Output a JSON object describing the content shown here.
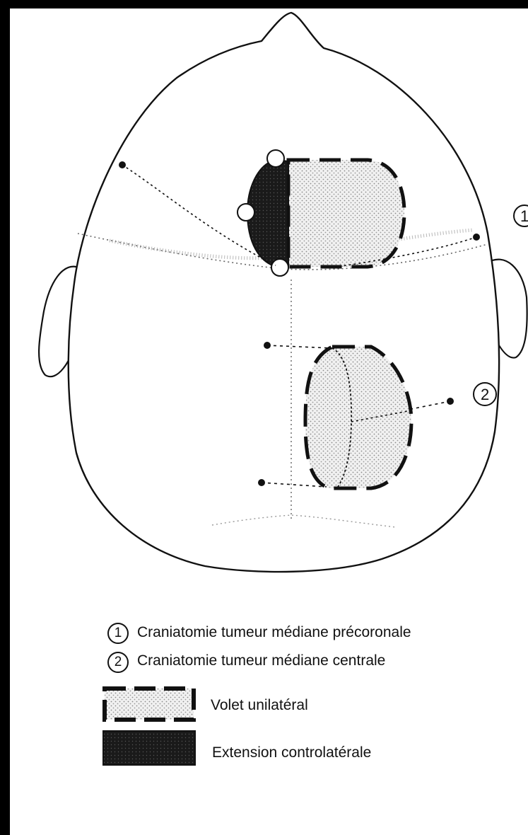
{
  "diagram": {
    "markers": {
      "one": "1",
      "two": "2"
    }
  },
  "legend": {
    "items": [
      {
        "number": "1",
        "text": "Craniatomie tumeur médiane précoronale"
      },
      {
        "number": "2",
        "text": "Craniatomie tumeur médiane centrale"
      }
    ],
    "swatches": [
      {
        "text": "Volet unilatéral"
      },
      {
        "text": "Extension controlatérale"
      }
    ]
  }
}
